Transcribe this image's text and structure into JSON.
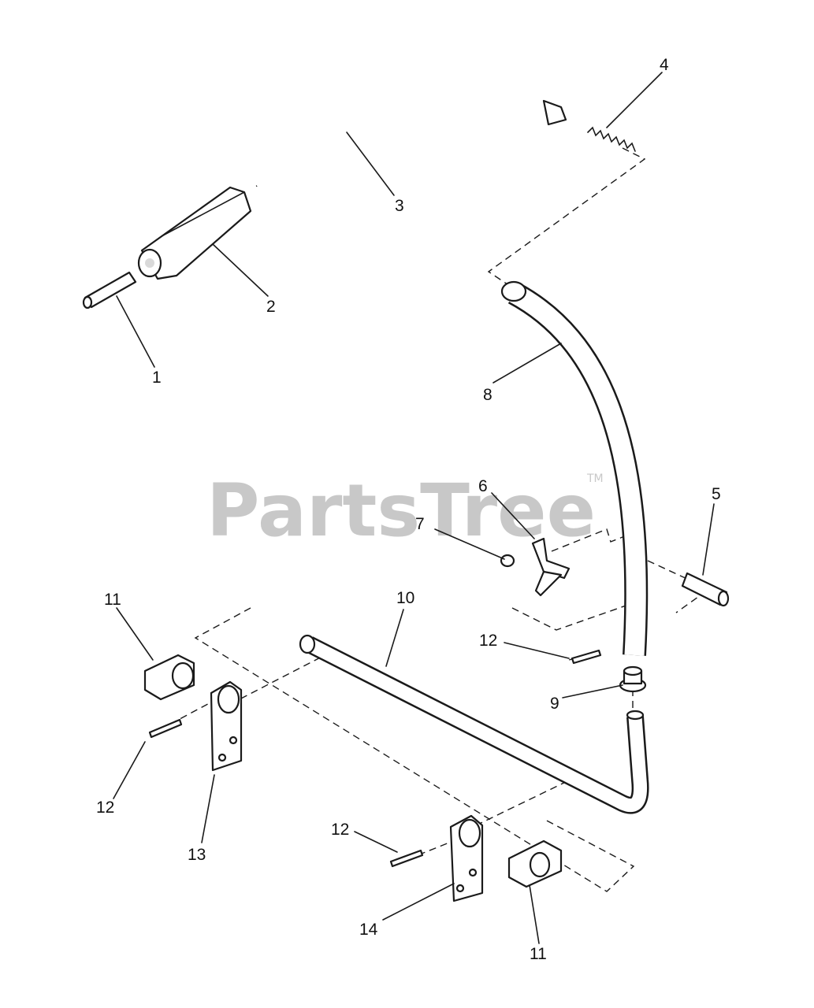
{
  "watermark": {
    "text": "PartsTree",
    "trademark": "TM"
  },
  "callouts": {
    "c1": "1",
    "c2": "2",
    "c3": "3",
    "c4": "4",
    "c5": "5",
    "c6": "6",
    "c7": "7",
    "c8": "8",
    "c9": "9",
    "c10": "10",
    "c11a": "11",
    "c11b": "11",
    "c12a": "12",
    "c12b": "12",
    "c12c": "12",
    "c13": "13",
    "c14": "14"
  }
}
